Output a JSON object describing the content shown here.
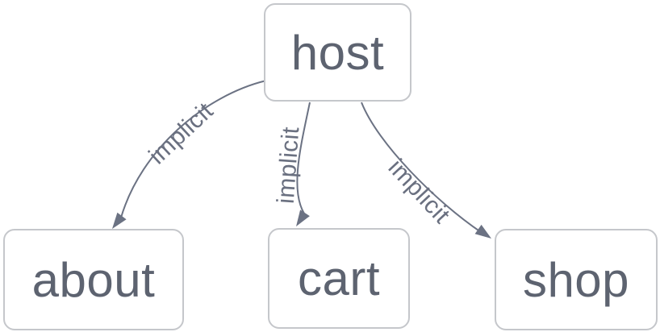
{
  "diagram": {
    "type": "flowchart",
    "direction": "top-down",
    "nodes": [
      {
        "id": "host",
        "label": "host"
      },
      {
        "id": "about",
        "label": "about"
      },
      {
        "id": "cart",
        "label": "cart"
      },
      {
        "id": "shop",
        "label": "shop"
      }
    ],
    "edges": [
      {
        "from": "host",
        "to": "about",
        "label": "implicit"
      },
      {
        "from": "host",
        "to": "cart",
        "label": "implicit"
      },
      {
        "from": "host",
        "to": "shop",
        "label": "implicit"
      }
    ],
    "colors": {
      "node_fill": "#ffffff",
      "node_border": "#c5c7cb",
      "node_text": "#5d6370",
      "edge_stroke": "#6b7283",
      "edge_label_text": "#6a7080",
      "background": "#ffffff"
    }
  }
}
